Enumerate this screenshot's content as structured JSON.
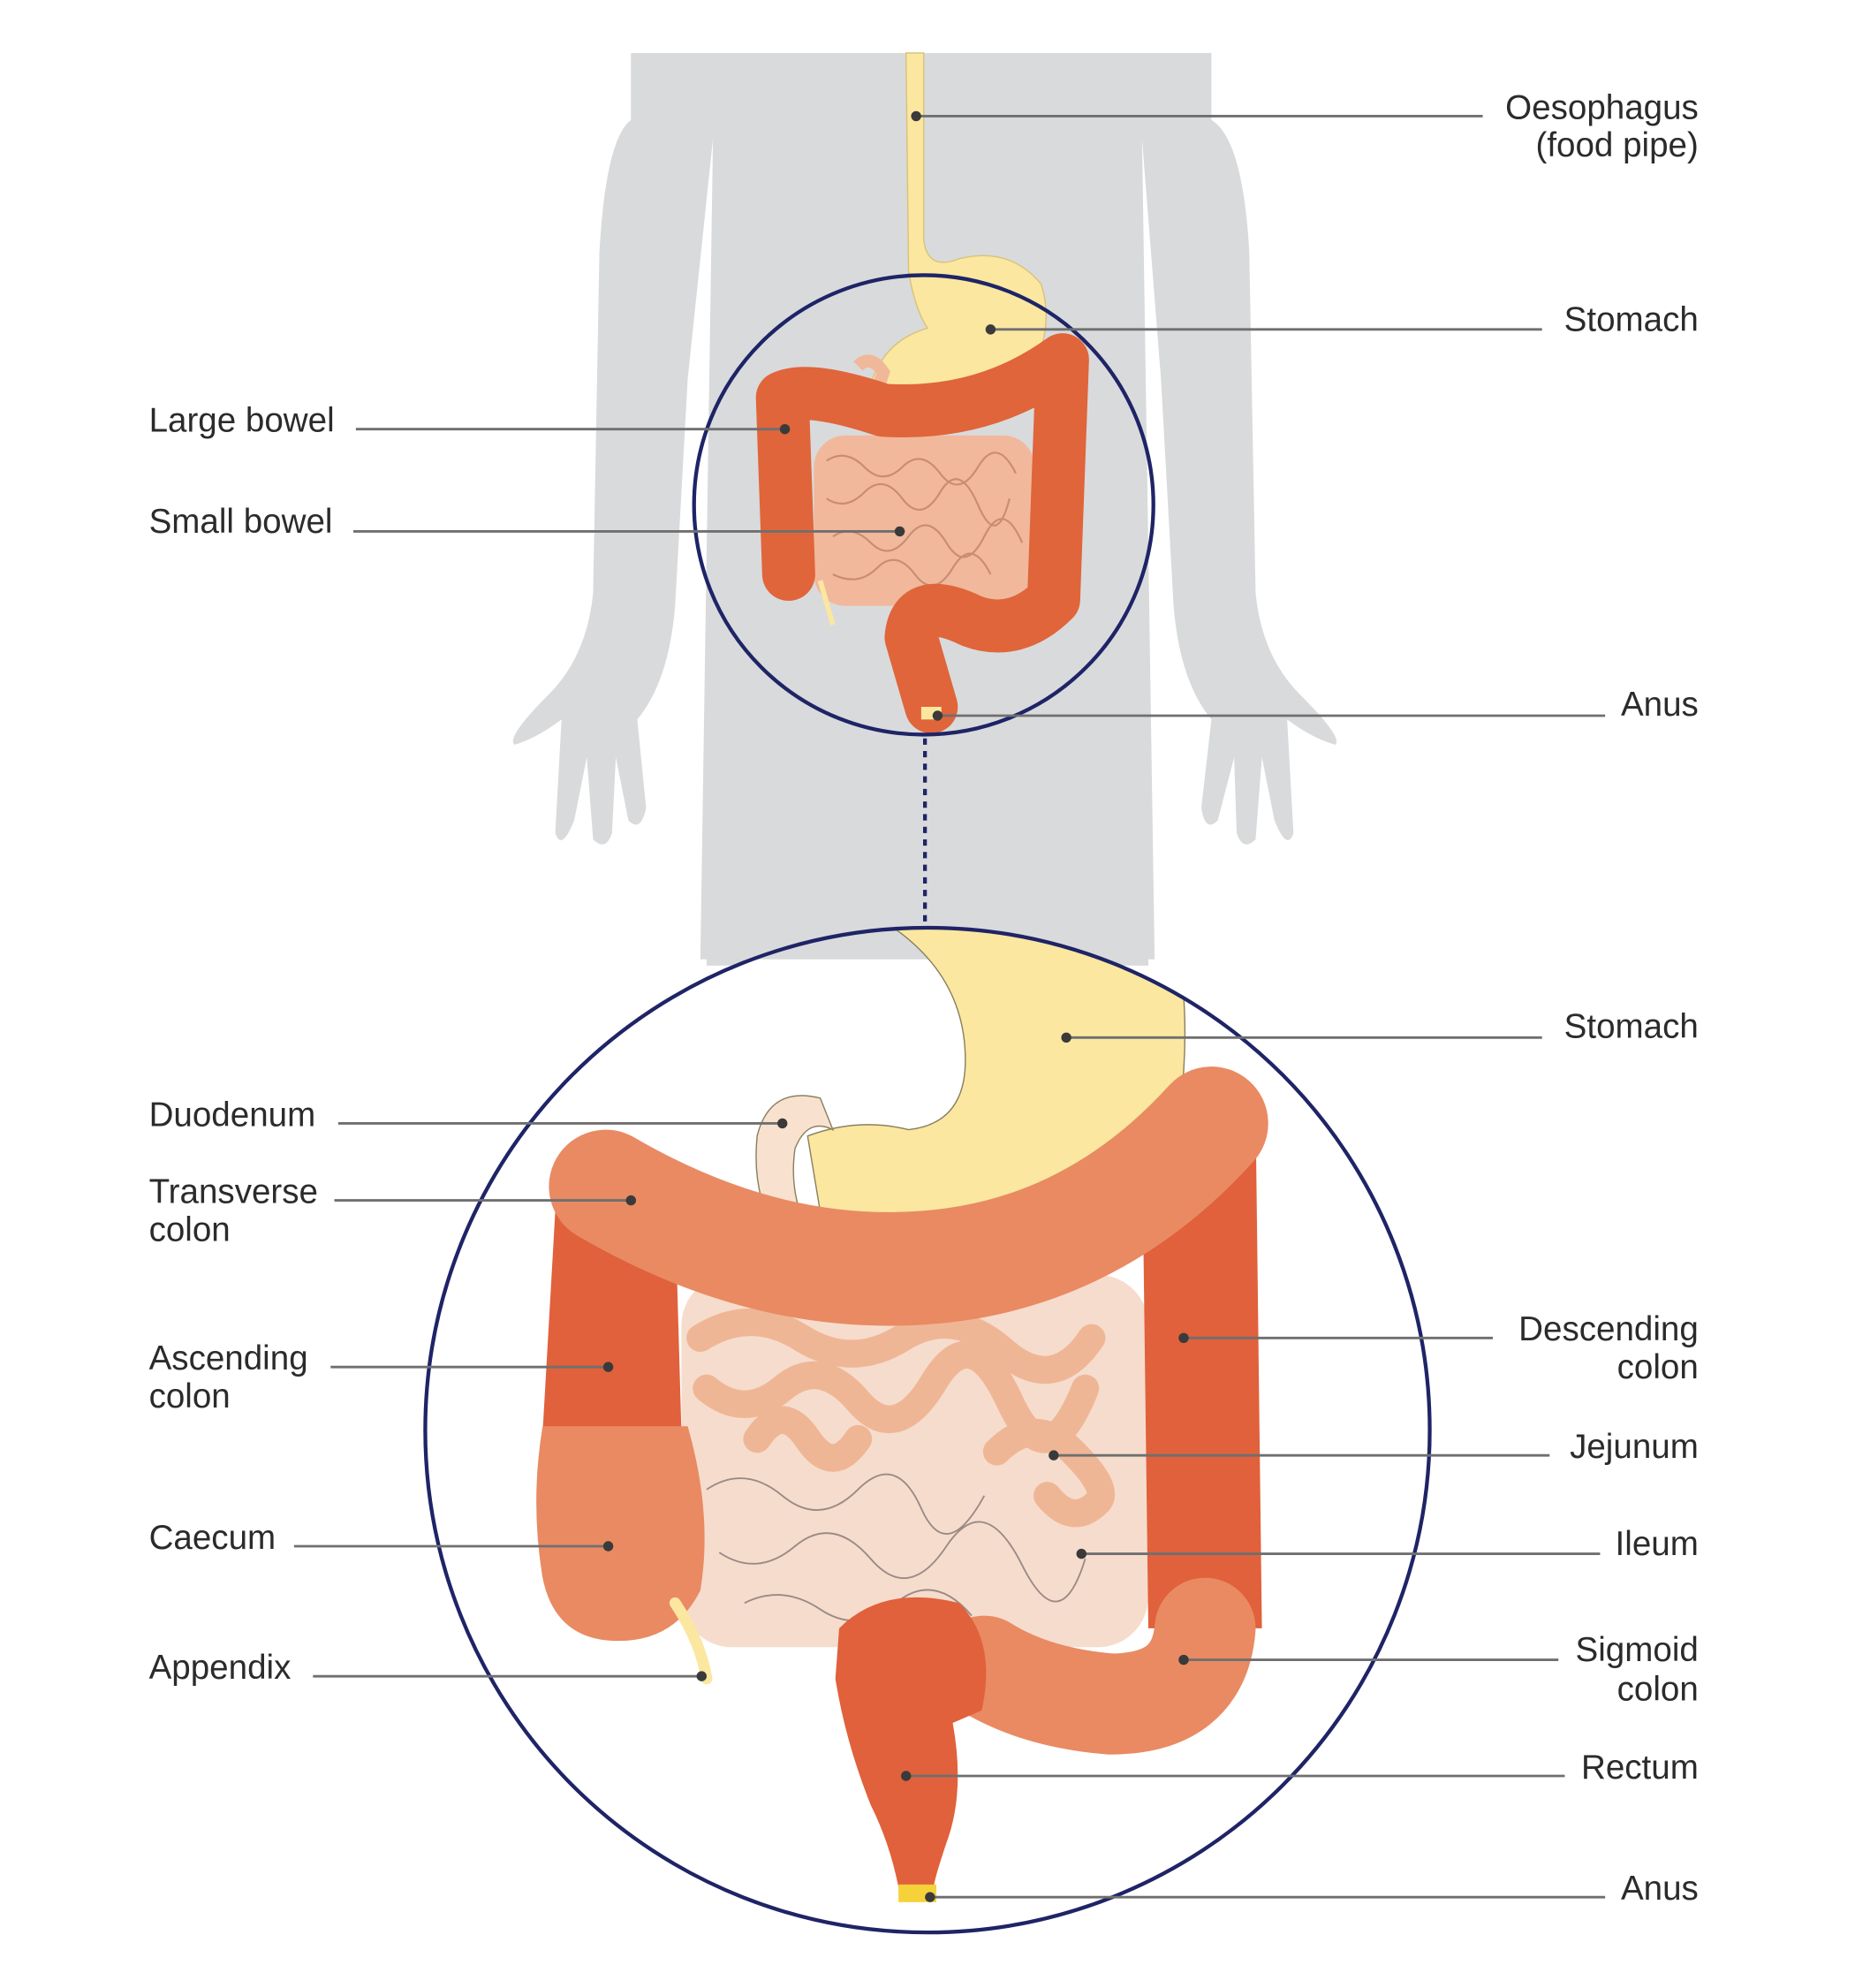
{
  "colors": {
    "body": "#d9dadc",
    "circle": "#1e2466",
    "stomach": "#fbe7a0",
    "colon_dark": "#e0613b",
    "colon_light": "#e98a63",
    "small_bowel": "#f6dccd",
    "small_bowel_loops": "#efb696",
    "leader": "#6f6f6f"
  },
  "overview": {
    "oesophagus": [
      "Oesophagus",
      "(food pipe)"
    ],
    "stomach": "Stomach",
    "large_bowel": "Large bowel",
    "small_bowel": "Small bowel",
    "anus": "Anus"
  },
  "detail": {
    "stomach": "Stomach",
    "duodenum": "Duodenum",
    "transverse_colon": [
      "Transverse",
      "colon"
    ],
    "ascending_colon": [
      "Ascending",
      "colon"
    ],
    "caecum": "Caecum",
    "appendix": "Appendix",
    "descending_colon": [
      "Descending",
      "colon"
    ],
    "jejunum": "Jejunum",
    "ileum": "Ileum",
    "sigmoid_colon": [
      "Sigmoid",
      "colon"
    ],
    "rectum": "Rectum",
    "anus": "Anus"
  }
}
